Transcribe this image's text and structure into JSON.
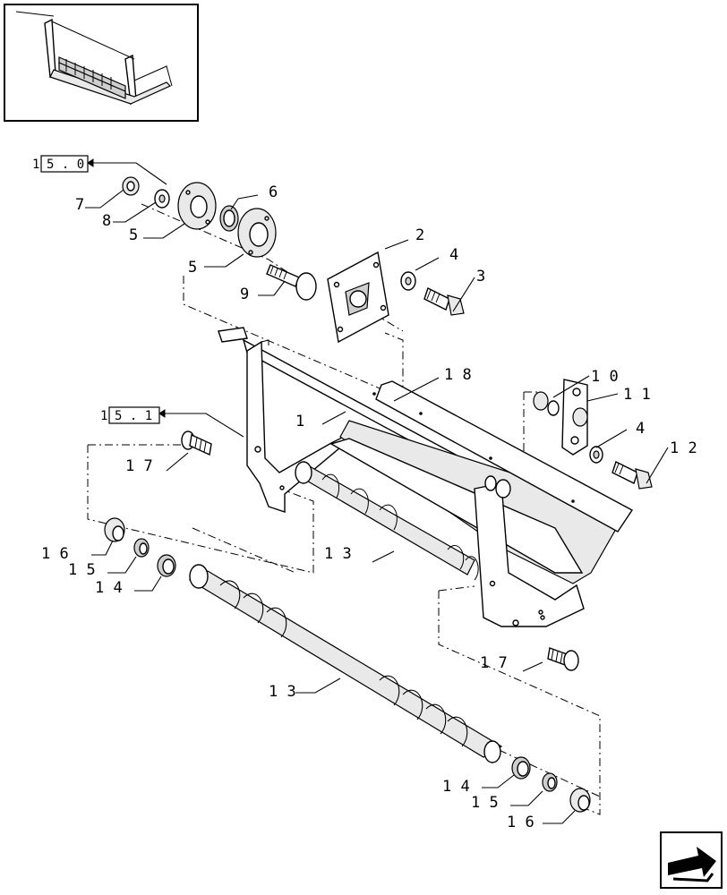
{
  "callouts": [
    {
      "id": "c7",
      "text": "7"
    },
    {
      "id": "c8",
      "text": "8"
    },
    {
      "id": "c5a",
      "text": "5"
    },
    {
      "id": "c6",
      "text": "6"
    },
    {
      "id": "c5b",
      "text": "5"
    },
    {
      "id": "c9",
      "text": "9"
    },
    {
      "id": "c2",
      "text": "2"
    },
    {
      "id": "c4a",
      "text": "4"
    },
    {
      "id": "c3",
      "text": "3"
    },
    {
      "id": "c18",
      "text": "1 8"
    },
    {
      "id": "c1",
      "text": "1"
    },
    {
      "id": "c10",
      "text": "1 0"
    },
    {
      "id": "c11",
      "text": "1 1"
    },
    {
      "id": "c4b",
      "text": "4"
    },
    {
      "id": "c12",
      "text": "1 2"
    },
    {
      "id": "c17a",
      "text": "1 7"
    },
    {
      "id": "c16a",
      "text": "1 6"
    },
    {
      "id": "c15a",
      "text": "1 5"
    },
    {
      "id": "c14a",
      "text": "1 4"
    },
    {
      "id": "c13a",
      "text": "1 3"
    },
    {
      "id": "c17b",
      "text": "1 7"
    },
    {
      "id": "c13b",
      "text": "1 3"
    },
    {
      "id": "c14b",
      "text": "1 4"
    },
    {
      "id": "c15b",
      "text": "1 5"
    },
    {
      "id": "c16b",
      "text": "1 6"
    }
  ],
  "refs": {
    "ref_top_prefix": "1",
    "ref_top_box": "5 . 0",
    "ref_mid_prefix": "1",
    "ref_mid_box": "5 . 1"
  },
  "icons": {
    "thumbnail": "assembly-thumbnail-icon",
    "nav": "next-page-arrow-icon"
  }
}
